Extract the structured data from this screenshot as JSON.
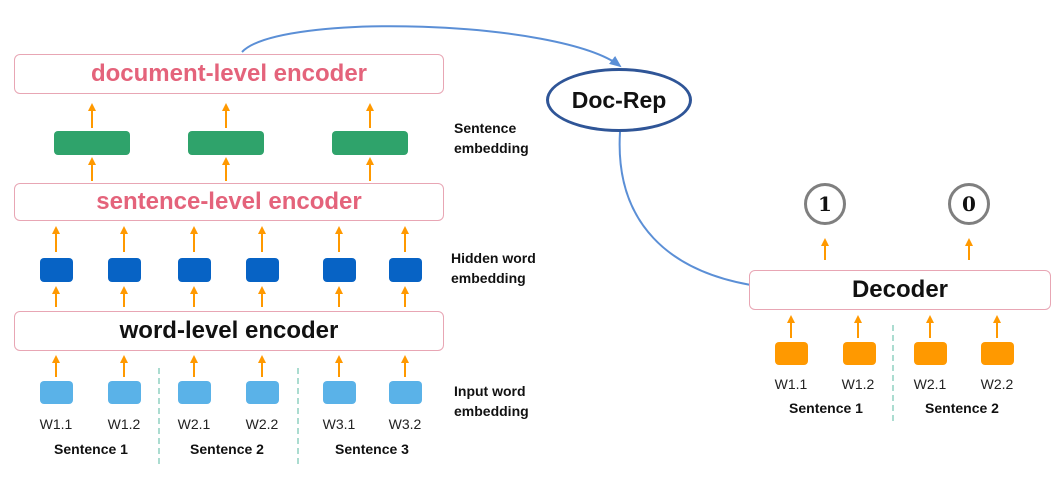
{
  "encoders": {
    "document": "document-level encoder",
    "sentence": "sentence-level encoder",
    "word": "word-level encoder"
  },
  "doc_rep": "Doc-Rep",
  "decoder": "Decoder",
  "side_labels": {
    "sentence_embedding": [
      "Sentence",
      "embedding"
    ],
    "hidden_word_embedding": [
      "Hidden word",
      "embedding"
    ],
    "input_word_embedding": [
      "Input word",
      "embedding"
    ]
  },
  "left_words": [
    "W1.1",
    "W1.2",
    "W2.1",
    "W2.2",
    "W3.1",
    "W3.2"
  ],
  "left_sentences": [
    "Sentence 1",
    "Sentence 2",
    "Sentence 3"
  ],
  "right_words": [
    "W1.1",
    "W1.2",
    "W2.1",
    "W2.2"
  ],
  "right_sentences": [
    "Sentence 1",
    "Sentence 2"
  ],
  "outputs": [
    "1",
    "0"
  ],
  "colors": {
    "encoder_text_pink": "#e4637b",
    "encoder_border": "#e8a6b4",
    "sentence_embedding": "#2fa36b",
    "hidden_word_embedding": "#0763c5",
    "input_word_embedding": "#5ab2e8",
    "decoder_input": "#ff9900",
    "arrow": "#ff9900",
    "flow_arrow": "#5b8fd6",
    "doc_rep_border": "#2f5597",
    "separator": "#8fd1c0"
  }
}
